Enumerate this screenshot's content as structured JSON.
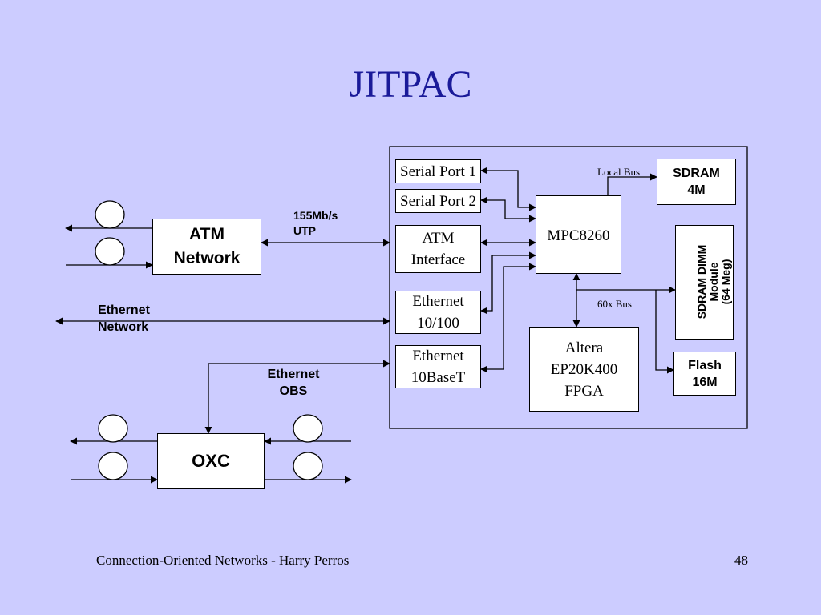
{
  "title": "JITPAC",
  "boxes": {
    "serial_port_1": "Serial Port 1",
    "serial_port_2": "Serial Port 2",
    "atm_interface": "ATM Interface",
    "ethernet_10_100": "Ethernet 10/100",
    "ethernet_10baset": "Ethernet 10BaseT",
    "mpc8260": "MPC8260",
    "altera_fpga": "Altera EP20K400 FPGA",
    "sdram_4m": "SDRAM 4M",
    "sdram_dimm": "SDRAM DIMM\nModule\n(64 Meg)",
    "flash_16m": "Flash 16M",
    "atm_network": "ATM Network",
    "oxc": "OXC"
  },
  "labels": {
    "local_bus": "Local Bus",
    "bus_60x": "60x Bus",
    "link_155": "155Mb/s UTP",
    "ethernet_network": "Ethernet Network",
    "ethernet_obs": "Ethernet OBS"
  },
  "footer": {
    "source": "Connection-Oriented Networks - Harry Perros",
    "page_number": "48"
  }
}
